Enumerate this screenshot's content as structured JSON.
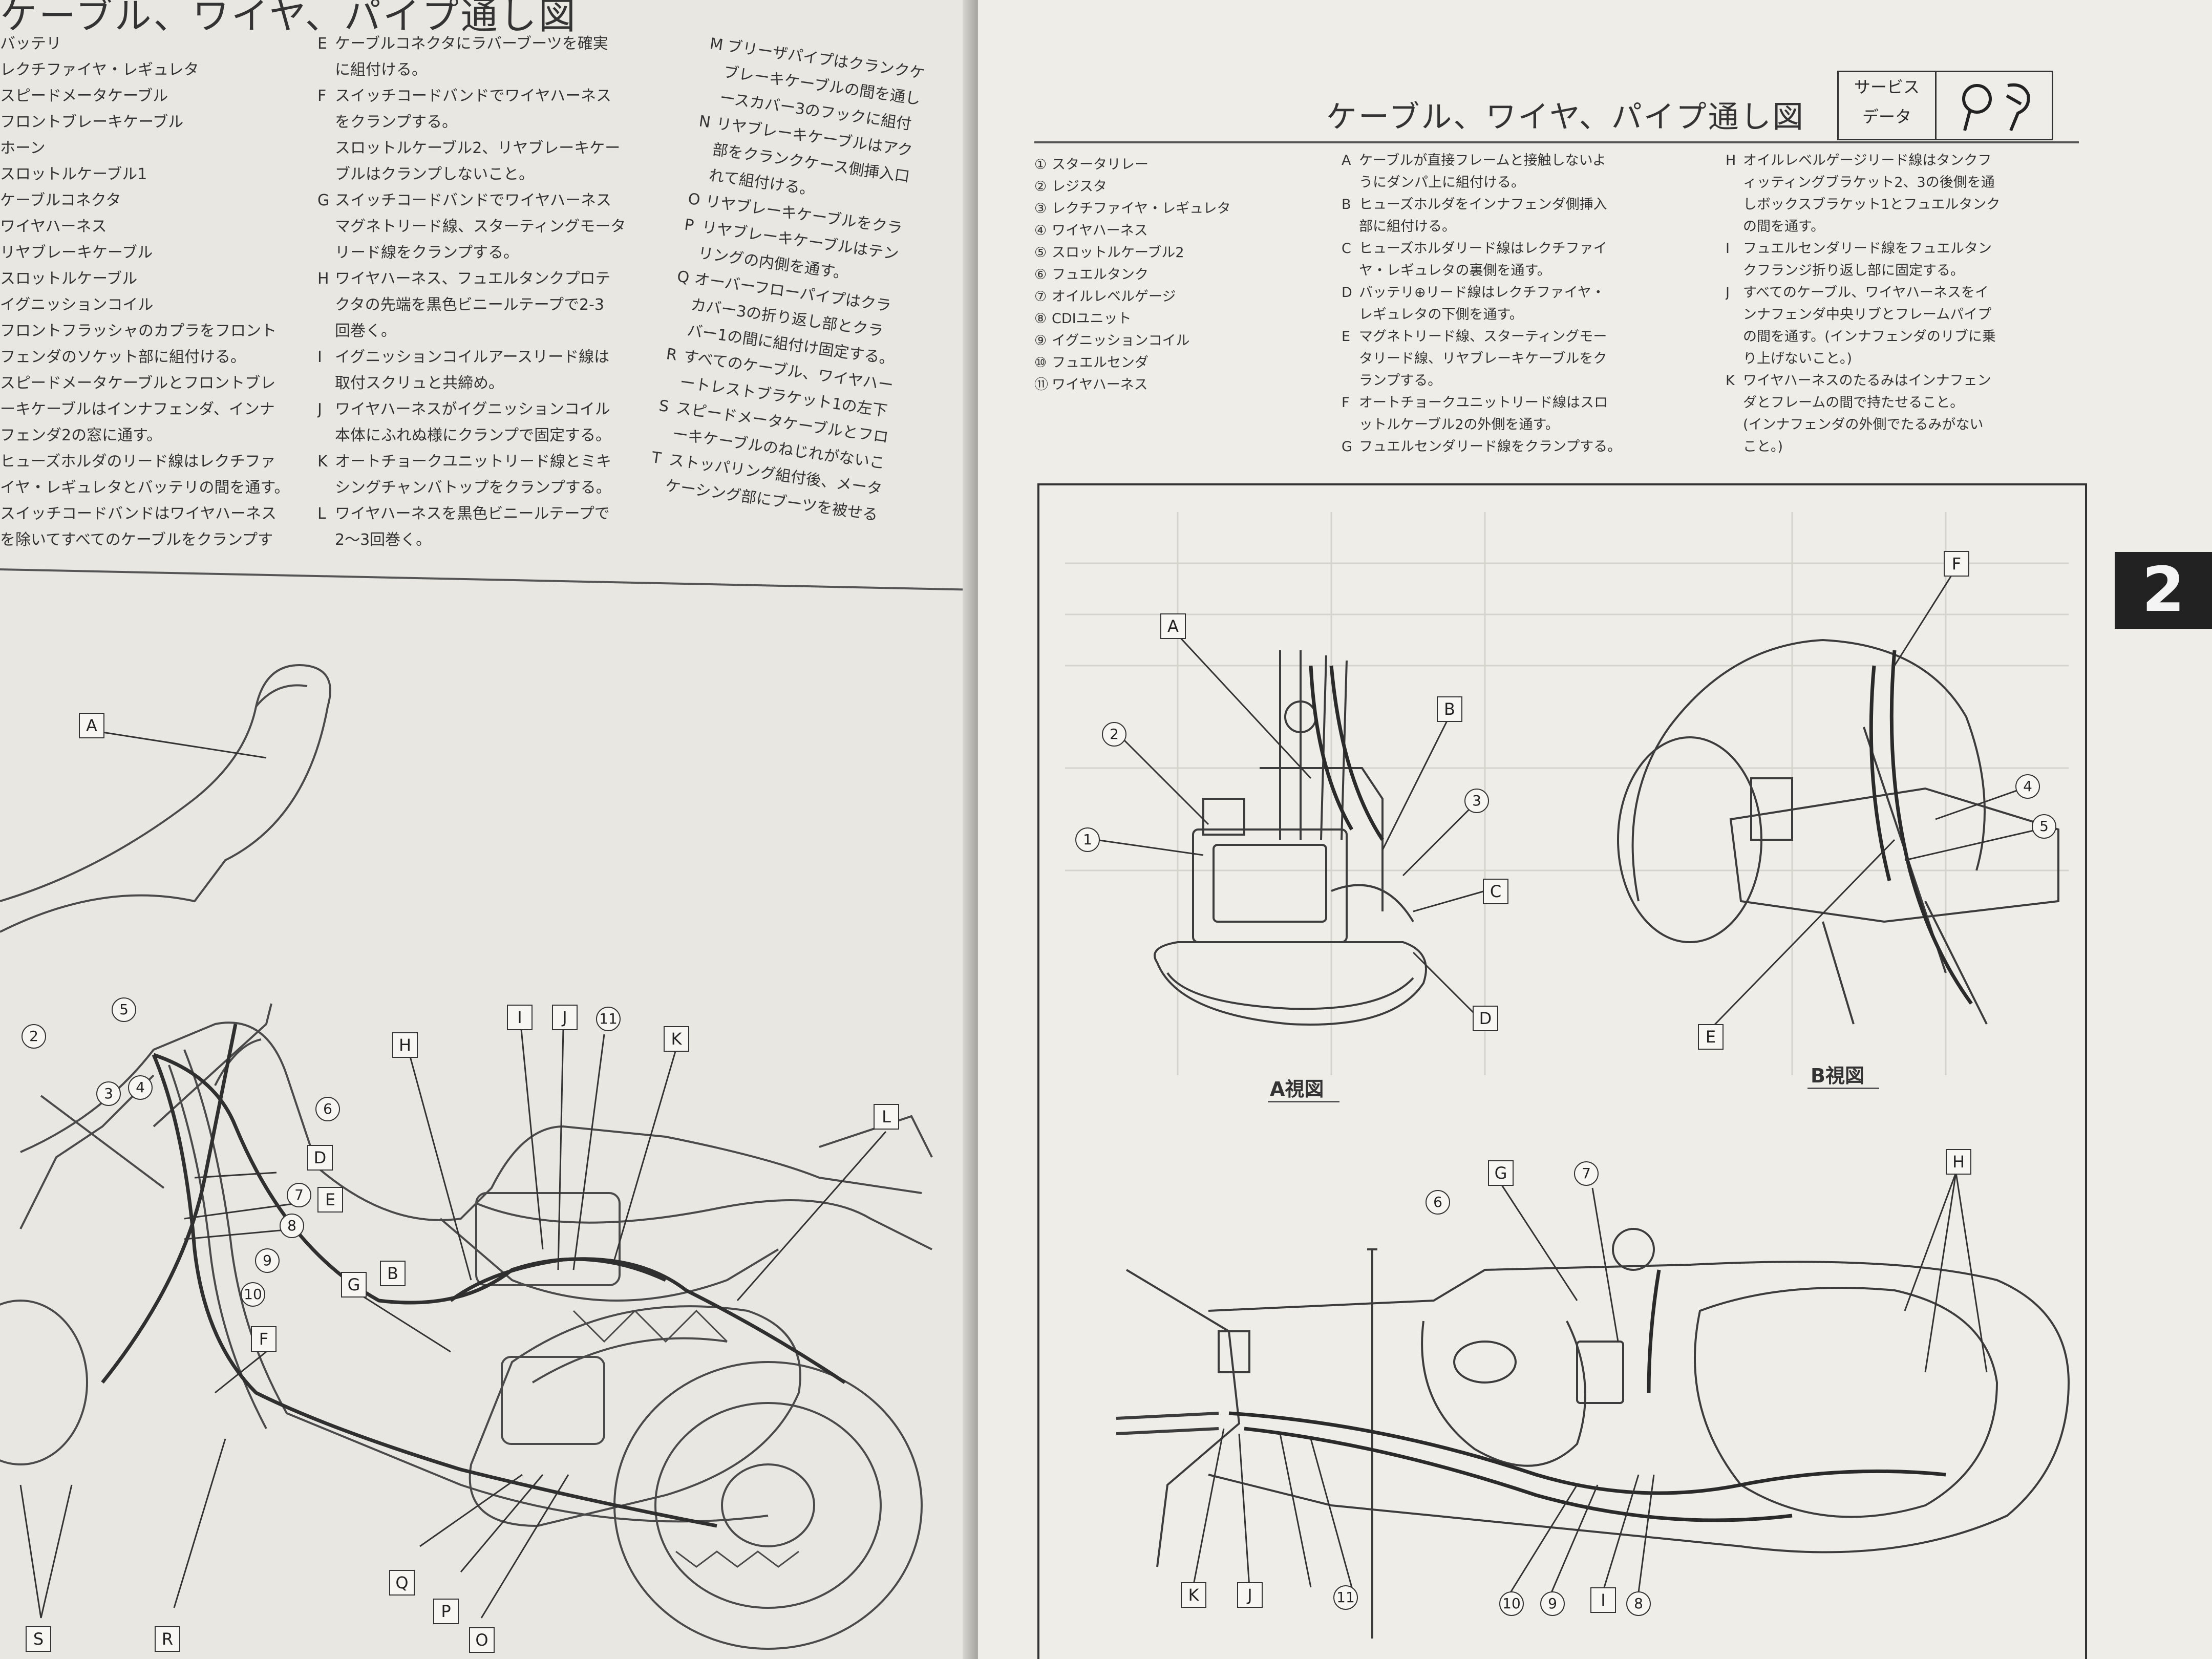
{
  "left_page": {
    "title": "ケーブル、ワイヤ、パイプ通し図",
    "legend": [
      "バッテリ",
      "レクチファイヤ・レギュレタ",
      "スピードメータケーブル",
      "フロントブレーキケーブル",
      "ホーン",
      "スロットルケーブル1",
      "ケーブルコネクタ",
      "ワイヤハーネス",
      "リヤブレーキケーブル",
      "スロットルケーブル",
      "イグニッションコイル",
      "フロントフラッシャのカプラをフロント",
      "フェンダのソケット部に組付ける。",
      "スピードメータケーブルとフロントブレ",
      "ーキケーブルはインナフェンダ、インナ",
      "フェンダ2の窓に通す。",
      "ヒューズホルダのリード線はレクチファ",
      "イヤ・レギュレタとバッテリの間を通す。",
      "スイッチコードバンドはワイヤハーネス",
      "を除いてすべてのケーブルをクランプす"
    ],
    "notes_mid": [
      {
        "key": "E",
        "text": "ケーブルコネクタにラバーブーツを確実"
      },
      {
        "key": "",
        "text": "に組付ける。"
      },
      {
        "key": "F",
        "text": "スイッチコードバンドでワイヤハーネス"
      },
      {
        "key": "",
        "text": "をクランプする。"
      },
      {
        "key": "",
        "text": "スロットルケーブル2、リヤブレーキケー"
      },
      {
        "key": "",
        "text": "ブルはクランプしないこと。"
      },
      {
        "key": "G",
        "text": "スイッチコードバンドでワイヤハーネス"
      },
      {
        "key": "",
        "text": "マグネトリード線、スターティングモータ"
      },
      {
        "key": "",
        "text": "リード線をクランプする。"
      },
      {
        "key": "H",
        "text": "ワイヤハーネス、フュエルタンクプロテ"
      },
      {
        "key": "",
        "text": "クタの先端を黒色ビニールテープで2-3"
      },
      {
        "key": "",
        "text": "回巻く。"
      },
      {
        "key": "I",
        "text": "イグニッションコイルアースリード線は"
      },
      {
        "key": "",
        "text": "取付スクリュと共締め。"
      },
      {
        "key": "J",
        "text": "ワイヤハーネスがイグニッションコイル"
      },
      {
        "key": "",
        "text": "本体にふれぬ様にクランプで固定する。"
      },
      {
        "key": "K",
        "text": "オートチョークユニットリード線とミキ"
      },
      {
        "key": "",
        "text": "シングチャンバトップをクランプする。"
      },
      {
        "key": "L",
        "text": "ワイヤハーネスを黒色ビニールテープで"
      },
      {
        "key": "",
        "text": "2〜3回巻く。"
      }
    ],
    "notes_right": [
      {
        "key": "M",
        "text": "ブリーザパイプはクランクケ"
      },
      {
        "key": "",
        "text": "ブレーキケーブルの間を通し"
      },
      {
        "key": "",
        "text": "ースカバー3のフックに組付"
      },
      {
        "key": "N",
        "text": "リヤブレーキケーブルはアク"
      },
      {
        "key": "",
        "text": "部をクランクケース側挿入口"
      },
      {
        "key": "",
        "text": "れて組付ける。"
      },
      {
        "key": "O",
        "text": "リヤブレーキケーブルをクラ"
      },
      {
        "key": "P",
        "text": "リヤブレーキケーブルはテン"
      },
      {
        "key": "",
        "text": "リングの内側を通す。"
      },
      {
        "key": "Q",
        "text": "オーバーフローパイプはクラ"
      },
      {
        "key": "",
        "text": "カバー3の折り返し部とクラ"
      },
      {
        "key": "",
        "text": "バー1の間に組付け固定する。"
      },
      {
        "key": "R",
        "text": "すべてのケーブル、ワイヤハー"
      },
      {
        "key": "",
        "text": "ートレストブラケット1の左下"
      },
      {
        "key": "S",
        "text": "スピードメータケーブルとフロ"
      },
      {
        "key": "",
        "text": "ーキケーブルのねじれがないこ"
      },
      {
        "key": "T",
        "text": "ストッパリング組付後、メータ"
      },
      {
        "key": "",
        "text": "ケーシング部にブーツを被せる"
      }
    ],
    "labels": [
      "A",
      "H",
      "I",
      "J",
      "K",
      "L",
      "G",
      "B",
      "F",
      "D",
      "E",
      "Q",
      "P",
      "O",
      "R",
      "S"
    ],
    "numbers": [
      "5",
      "2",
      "3",
      "4",
      "6",
      "7",
      "8",
      "9",
      "10",
      "11"
    ]
  },
  "right_page": {
    "title": "ケーブル、ワイヤ、パイプ通し図",
    "service_box": {
      "line1": "サービス",
      "line2": "データ"
    },
    "chapter_tab": "2",
    "legend": [
      {
        "key": "1",
        "text": "スタータリレー"
      },
      {
        "key": "2",
        "text": "レジスタ"
      },
      {
        "key": "3",
        "text": "レクチファイヤ・レギュレタ"
      },
      {
        "key": "4",
        "text": "ワイヤハーネス"
      },
      {
        "key": "5",
        "text": "スロットルケーブル2"
      },
      {
        "key": "6",
        "text": "フュエルタンク"
      },
      {
        "key": "7",
        "text": "オイルレベルゲージ"
      },
      {
        "key": "8",
        "text": "CDIユニット"
      },
      {
        "key": "9",
        "text": "イグニッションコイル"
      },
      {
        "key": "10",
        "text": "フュエルセンダ"
      },
      {
        "key": "11",
        "text": "ワイヤハーネス"
      }
    ],
    "notes_a": [
      {
        "key": "A",
        "text": "ケーブルが直接フレームと接触しないよ"
      },
      {
        "key": "",
        "text": "うにダンパ上に組付ける。"
      },
      {
        "key": "B",
        "text": "ヒューズホルダをインナフェンダ側挿入"
      },
      {
        "key": "",
        "text": "部に組付ける。"
      },
      {
        "key": "C",
        "text": "ヒューズホルダリード線はレクチファイ"
      },
      {
        "key": "",
        "text": "ヤ・レギュレタの裏側を通す。"
      },
      {
        "key": "D",
        "text": "バッテリ⊕リード線はレクチファイヤ・"
      },
      {
        "key": "",
        "text": "レギュレタの下側を通す。"
      },
      {
        "key": "E",
        "text": "マグネトリード線、スターティングモー"
      },
      {
        "key": "",
        "text": "タリード線、リヤブレーキケーブルをク"
      },
      {
        "key": "",
        "text": "ランプする。"
      },
      {
        "key": "F",
        "text": "オートチョークユニットリード線はスロ"
      },
      {
        "key": "",
        "text": "ットルケーブル2の外側を通す。"
      },
      {
        "key": "G",
        "text": "フュエルセンダリード線をクランプする。"
      }
    ],
    "notes_b": [
      {
        "key": "H",
        "text": "オイルレベルゲージリード線はタンクフ"
      },
      {
        "key": "",
        "text": "ィッティングブラケット2、3の後側を通"
      },
      {
        "key": "",
        "text": "しボックスブラケット1とフュエルタンク"
      },
      {
        "key": "",
        "text": "の間を通す。"
      },
      {
        "key": "I",
        "text": "フュエルセンダリード線をフュエルタン"
      },
      {
        "key": "",
        "text": "クフランジ折り返し部に固定する。"
      },
      {
        "key": "J",
        "text": "すべてのケーブル、ワイヤハーネスをイ"
      },
      {
        "key": "",
        "text": "ンナフェンダ中央リブとフレームパイプ"
      },
      {
        "key": "",
        "text": "の間を通す。(インナフェンダのリブに乗"
      },
      {
        "key": "",
        "text": "り上げないこと。)"
      },
      {
        "key": "K",
        "text": "ワイヤハーネスのたるみはインナフェン"
      },
      {
        "key": "",
        "text": "ダとフレームの間で持たせること。"
      },
      {
        "key": "",
        "text": "(インナフェンダの外側でたるみがない"
      },
      {
        "key": "",
        "text": "こと。)"
      }
    ],
    "view_a_caption": "A視図",
    "view_b_caption": "B視図",
    "labels": [
      "A",
      "B",
      "C",
      "D",
      "F",
      "E",
      "G",
      "H",
      "K",
      "J",
      "I"
    ],
    "numbers": [
      "2",
      "1",
      "3",
      "4",
      "5",
      "6",
      "7",
      "11",
      "10",
      "9",
      "8"
    ]
  },
  "colors": {
    "paper": "#eceae5",
    "ink": "#333333",
    "tab": "#222222"
  }
}
